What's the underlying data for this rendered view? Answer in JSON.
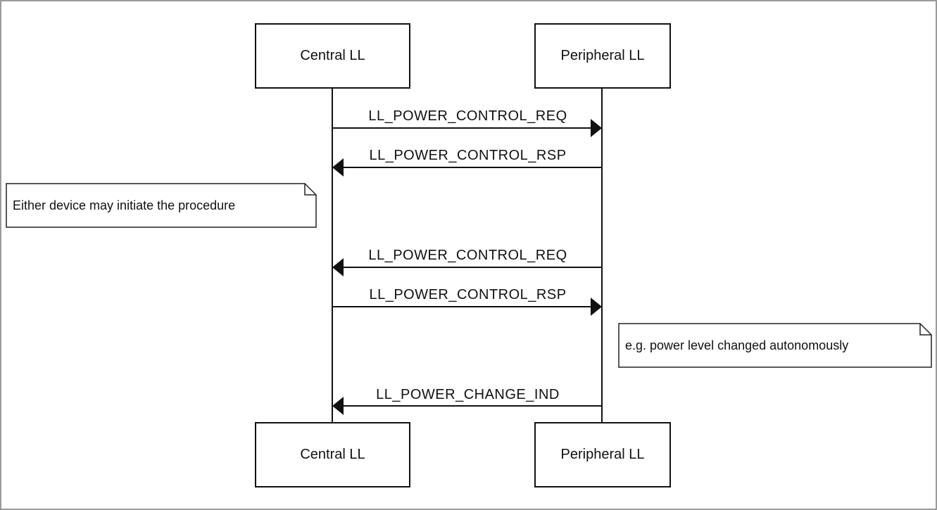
{
  "participants": {
    "central_top": "Central LL",
    "peripheral_top": "Peripheral LL",
    "central_bottom": "Central LL",
    "peripheral_bottom": "Peripheral LL"
  },
  "messages": [
    {
      "label": "LL_POWER_CONTROL_REQ",
      "from": "Central LL",
      "to": "Peripheral LL"
    },
    {
      "label": "LL_POWER_CONTROL_RSP",
      "from": "Peripheral LL",
      "to": "Central LL"
    },
    {
      "label": "LL_POWER_CONTROL_REQ",
      "from": "Peripheral LL",
      "to": "Central LL"
    },
    {
      "label": "LL_POWER_CONTROL_RSP",
      "from": "Central LL",
      "to": "Peripheral LL"
    },
    {
      "label": "LL_POWER_CHANGE_IND",
      "from": "Peripheral LL",
      "to": "Central LL"
    }
  ],
  "notes": {
    "initiate": "Either device may initiate the procedure",
    "autonomous": "e.g. power level changed autonomously"
  }
}
